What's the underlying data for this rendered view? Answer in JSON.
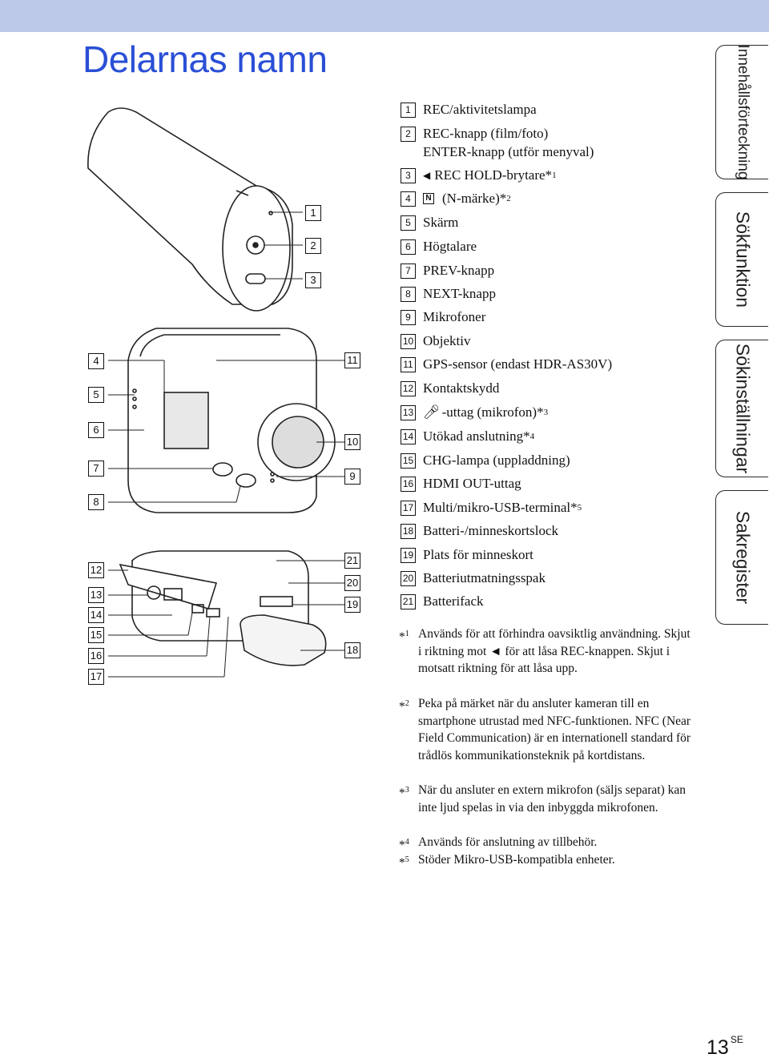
{
  "title": "Delarnas namn",
  "parts": [
    {
      "num": "1",
      "label": "REC/aktivitetslampa"
    },
    {
      "num": "2",
      "label": "REC-knapp (film/foto)"
    },
    {
      "num": "",
      "label": "ENTER-knapp (utför menyval)"
    },
    {
      "num": "3",
      "label": "REC HOLD-brytare*",
      "sup": "1",
      "icon": "left-triangle-icon"
    },
    {
      "num": "4",
      "label": "(N-märke)*",
      "sup": "2",
      "icon": "nfc-n-mark-icon"
    },
    {
      "num": "5",
      "label": "Skärm"
    },
    {
      "num": "6",
      "label": "Högtalare"
    },
    {
      "num": "7",
      "label": "PREV-knapp"
    },
    {
      "num": "8",
      "label": "NEXT-knapp"
    },
    {
      "num": "9",
      "label": "Mikrofoner"
    },
    {
      "num": "10",
      "label": "Objektiv"
    },
    {
      "num": "11",
      "label": "GPS-sensor (endast HDR-AS30V)"
    },
    {
      "num": "12",
      "label": "Kontaktskydd"
    },
    {
      "num": "13",
      "label": "-uttag (mikrofon)*",
      "sup": "3",
      "icon": "microphone-icon"
    },
    {
      "num": "14",
      "label": "Utökad anslutning*",
      "sup": "4"
    },
    {
      "num": "15",
      "label": "CHG-lampa (uppladdning)"
    },
    {
      "num": "16",
      "label": "HDMI OUT-uttag"
    },
    {
      "num": "17",
      "label": "Multi/mikro-USB-terminal*",
      "sup": "5"
    },
    {
      "num": "18",
      "label": "Batteri-/minneskortslock"
    },
    {
      "num": "19",
      "label": "Plats för minneskort"
    },
    {
      "num": "20",
      "label": "Batteriutmatningsspak"
    },
    {
      "num": "21",
      "label": "Batterifack"
    }
  ],
  "footnotes": [
    {
      "mark": "*",
      "sup": "1",
      "text": "Används för att förhindra oavsiktlig användning. Skjut i riktning mot ◄ för att låsa REC-knappen. Skjut i motsatt riktning för att låsa upp."
    },
    {
      "mark": "*",
      "sup": "2",
      "text": "Peka på märket när du ansluter kameran till en smartphone utrustad med NFC-funktionen. NFC (Near Field Communication) är en internationell standard för trådlös kommunikationsteknik på kortdistans."
    },
    {
      "mark": "*",
      "sup": "3",
      "text": "När du ansluter en extern mikrofon (säljs separat) kan inte ljud spelas in via den inbyggda mikrofonen."
    },
    {
      "mark": "*",
      "sup": "4",
      "text": "Används för anslutning av tillbehör."
    },
    {
      "mark": "*",
      "sup": "5",
      "text": "Stöder Mikro-USB-kompatibla enheter."
    }
  ],
  "side_tabs": [
    "Innehållsförteckning",
    "Sökfunktion",
    "Sökinställningar",
    "Sakregister"
  ],
  "callouts": {
    "top": [
      "1",
      "2",
      "3"
    ],
    "left_middle": [
      "4",
      "5",
      "6",
      "7",
      "8"
    ],
    "right_middle": [
      "11",
      "10",
      "9"
    ],
    "left_bottom": [
      "12",
      "13",
      "14",
      "15",
      "16",
      "17"
    ],
    "right_bottom": [
      "21",
      "20",
      "19",
      "18"
    ]
  },
  "page": {
    "number": "13",
    "suffix": "SE"
  },
  "colors": {
    "title": "#2a4fd6",
    "topbar": "#bdc9e8"
  }
}
